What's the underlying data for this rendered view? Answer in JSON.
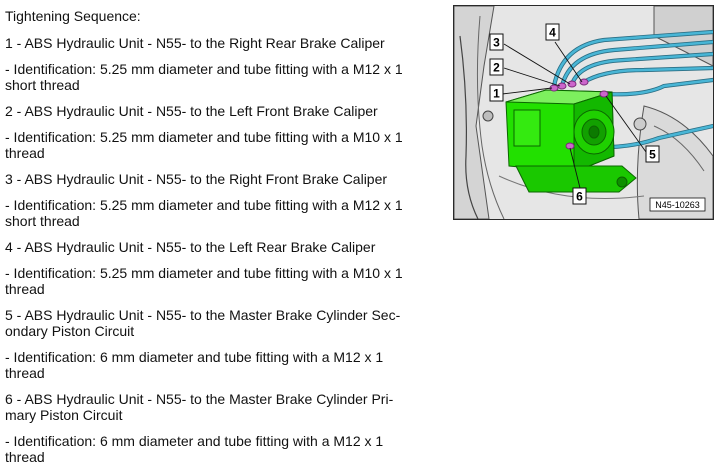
{
  "procedure": {
    "heading": "Tightening Sequence:",
    "steps": [
      {
        "title": "1 - ABS Hydraulic Unit - N55- to the Right Rear Brake Caliper",
        "id_line1": "- Identification: 5.25 mm diameter and tube fitting with a M12 x 1",
        "id_line2": "short thread"
      },
      {
        "title": "2 - ABS Hydraulic Unit - N55- to the Left Front Brake Caliper",
        "id_line1": "- Identification: 5.25 mm diameter and tube fitting with a M10 x 1",
        "id_line2": "thread"
      },
      {
        "title": "3 - ABS Hydraulic Unit - N55- to the Right Front Brake Caliper",
        "id_line1": "- Identification: 5.25 mm diameter and tube fitting with a M12 x 1",
        "id_line2": "short thread"
      },
      {
        "title": "4 - ABS Hydraulic Unit - N55- to the Left Rear Brake Caliper",
        "id_line1": "- Identification: 5.25 mm diameter and tube fitting with a M10 x 1",
        "id_line2": "thread"
      },
      {
        "title_line1": "5 - ABS Hydraulic Unit - N55- to the Master Brake Cylinder Sec-",
        "title_line2": "ondary Piston Circuit",
        "id_line1": "- Identification: 6 mm diameter and tube fitting with a M12 x 1",
        "id_line2": "thread"
      },
      {
        "title_line1": "6 - ABS Hydraulic Unit - N55- to the Master Brake Cylinder Pri-",
        "title_line2": "mary Piston Circuit",
        "id_line1": "- Identification: 6 mm diameter and tube fitting with a M12 x 1",
        "id_line2": "thread"
      }
    ]
  },
  "figure": {
    "callouts": [
      "1",
      "2",
      "3",
      "4",
      "5",
      "6"
    ],
    "figure_id": "N45-10263",
    "colors": {
      "unit": "#22e000",
      "unit_dark": "#13a800",
      "tube": "#3fa9c9",
      "fitting": "#cc66cc",
      "frame": "#c8c8c8"
    }
  }
}
